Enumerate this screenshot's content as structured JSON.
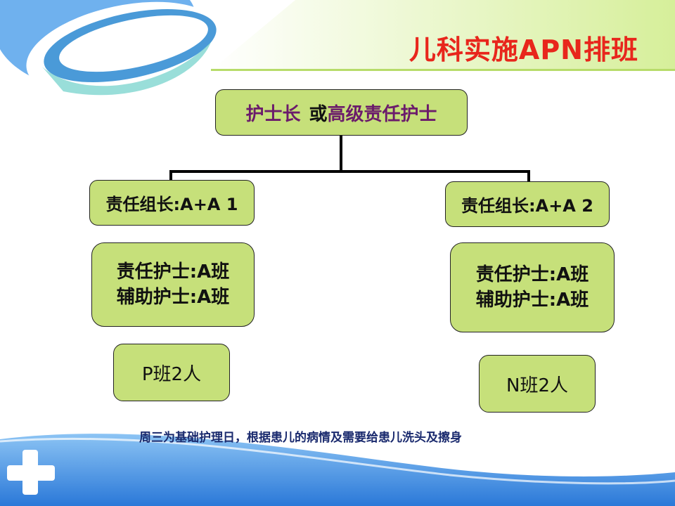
{
  "title": "儿科实施APN排班",
  "root": {
    "part1": "护士长 ",
    "part2": "或",
    "part3": "高级责任护士"
  },
  "leaders": [
    "责任组长:A+A 1",
    "责任组长:A+A 2"
  ],
  "nurse_groups": [
    {
      "line1": "责任护士:A班",
      "line2": "辅助护士:A班"
    },
    {
      "line1": "责任护士:A班",
      "line2": "辅助护士:A班"
    }
  ],
  "shifts": [
    "P班2人",
    "N班2人"
  ],
  "note": "周三为基础护理日，根据患儿的病情及需要给患儿洗头及擦身",
  "colors": {
    "box_fill": "#c6e07a",
    "title": "#e8261c",
    "root_text": "#6b1b6b",
    "note": "#1a2a6e",
    "band": "#5aa0e8"
  },
  "icons": [
    "plus-icon"
  ]
}
